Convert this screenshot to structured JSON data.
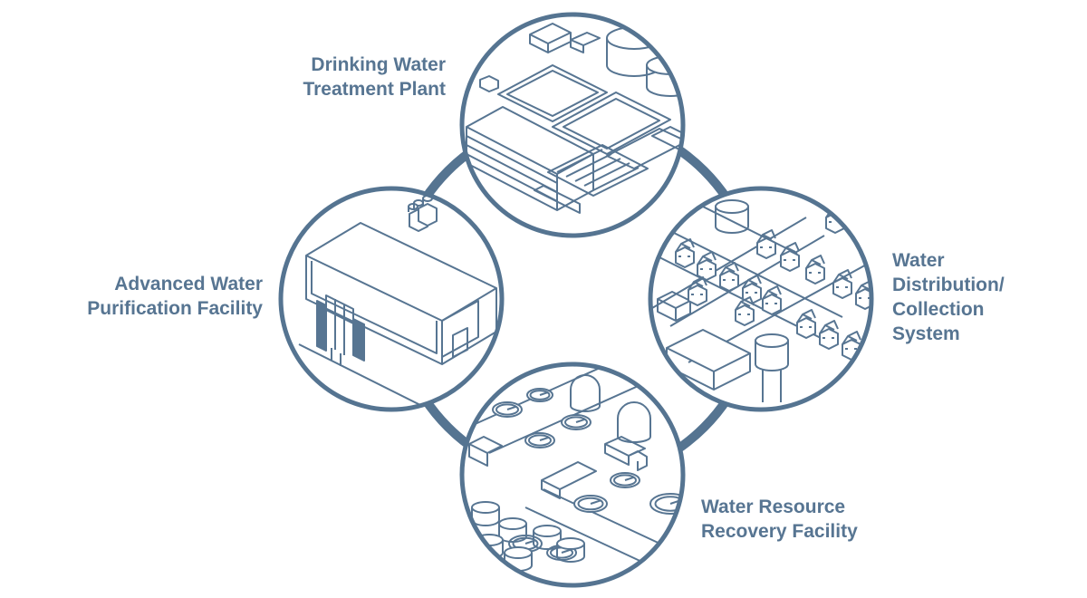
{
  "colors": {
    "ink": "#577592",
    "ring": "#557491",
    "fill": "#ffffff"
  },
  "labels": {
    "drinking": {
      "line1": "Drinking Water",
      "line2": "Treatment Plant"
    },
    "advanced": {
      "line1": "Advanced Water",
      "line2": "Purification Facility"
    },
    "distribution": {
      "line1": "Water",
      "line2": "Distribution/",
      "line3": "Collection",
      "line4": "System"
    },
    "resource": {
      "line1": "Water Resource",
      "line2": "Recovery Facility"
    }
  },
  "icons": {
    "drinking": "treatment-plant-icon",
    "advanced": "purification-facility-icon",
    "distribution": "neighborhood-icon",
    "resource": "recovery-facility-icon"
  }
}
